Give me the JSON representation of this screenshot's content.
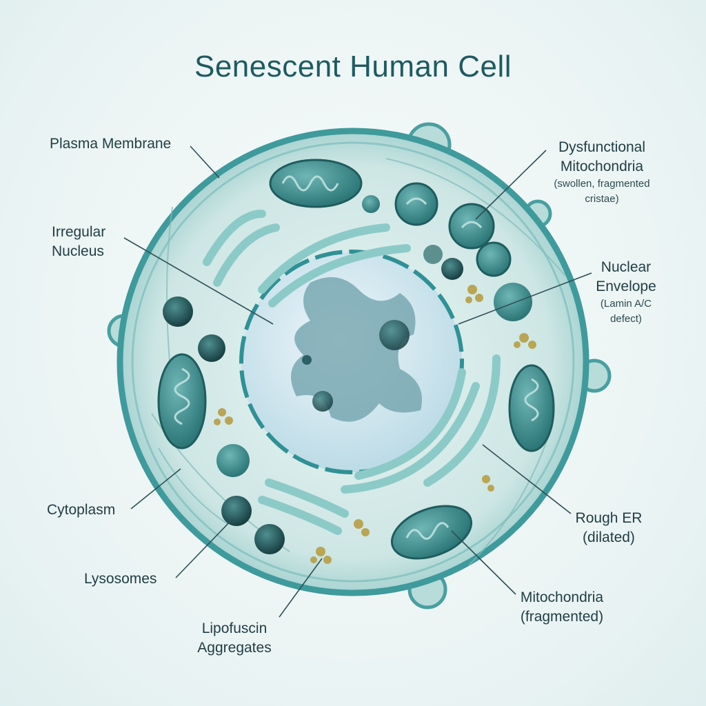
{
  "title": "Senescent Human Cell",
  "labels": {
    "plasma_membrane": "Plasma Membrane",
    "irregular_nucleus": [
      "Irregular",
      "Nucleus"
    ],
    "cytoplasm": "Cytoplasm",
    "lysosomes": "Lysosomes",
    "lipofuscin": [
      "Lipofuscin",
      "Aggregates"
    ],
    "dysfunctional_mito": [
      "Dysfunctional",
      "Mitochondria"
    ],
    "dysfunctional_mito_note": [
      "(swollen, fragmented",
      "cristae)"
    ],
    "nuclear_envelope": [
      "Nuclear",
      "Envelope"
    ],
    "nuclear_envelope_note": [
      "(Lamin A/C",
      "defect)"
    ],
    "rough_er": [
      "Rough ER",
      "(dilated)"
    ],
    "mito_fragmented": [
      "Mitochondria",
      "(fragmented)"
    ]
  },
  "colors": {
    "title": "#1e5a60",
    "membrane": "#3f9a9c",
    "cytoplasm": "#cfe7e6",
    "nucleus": "#dcecf3",
    "organelle": "#2f7f80",
    "lipofuscin": "#b9a553"
  }
}
